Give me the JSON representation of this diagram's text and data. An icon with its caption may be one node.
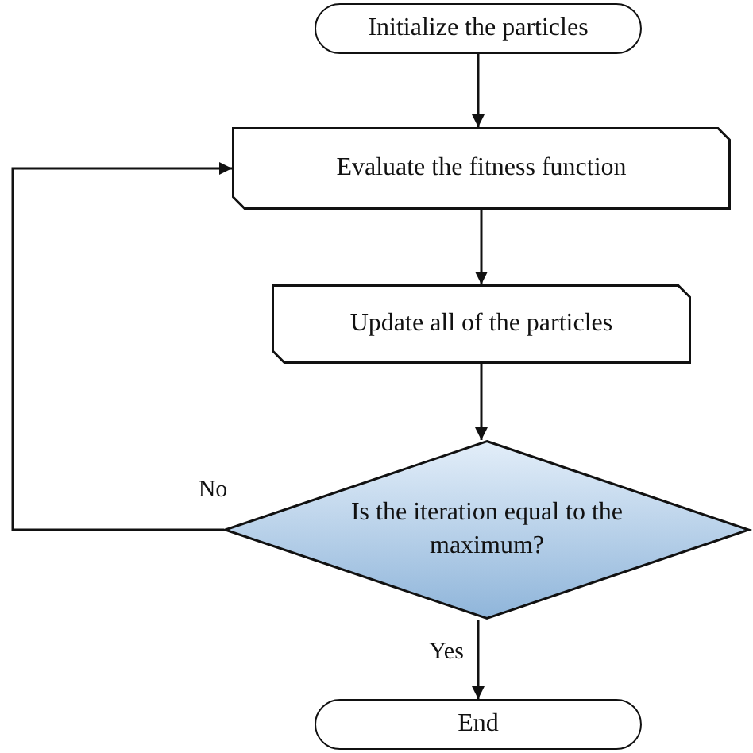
{
  "diagram": {
    "nodes": [
      {
        "text": [
          "Initialize the particles"
        ]
      },
      {
        "text": [
          "Evaluate the fitness function"
        ]
      },
      {
        "text": [
          "Update all of the particles"
        ]
      },
      {
        "text": [
          "Is the iteration equal to the maximum?"
        ]
      },
      {
        "text": [
          "End"
        ]
      }
    ],
    "edges": [
      {
        "from": 0,
        "to": 1,
        "arrow": "to"
      },
      {
        "from": 1,
        "to": 2,
        "arrow": "to"
      },
      {
        "from": 2,
        "to": 3,
        "arrow": "to"
      },
      {
        "from": 3,
        "to": 1,
        "arrow": "to",
        "label": "No"
      },
      {
        "from": 3,
        "to": 4,
        "arrow": "to",
        "label": "Yes"
      }
    ]
  }
}
